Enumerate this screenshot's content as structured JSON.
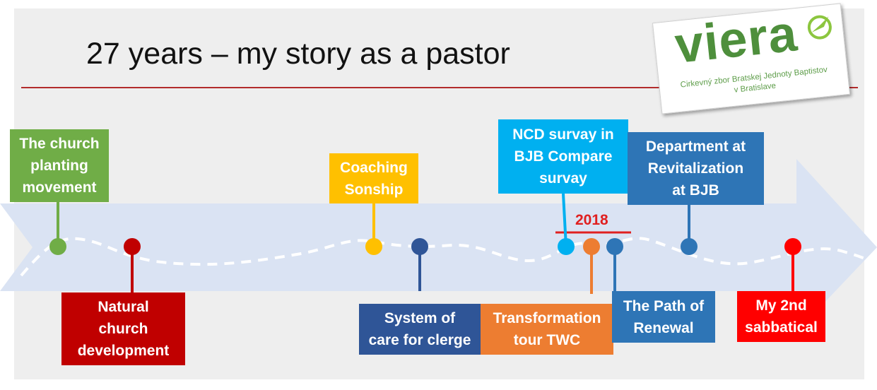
{
  "title": "27 years – my story as a pastor",
  "logo": {
    "word": "viera",
    "subtitle_line1": "Cirkevný zbor Bratskej Jednoty Baptistov",
    "subtitle_line2": "v Bratislave"
  },
  "year_marker": "2018",
  "colors": {
    "green": "#70ad47",
    "dark_red": "#c00000",
    "gold": "#ffc000",
    "navy": "#2f5597",
    "cyan": "#00b0f0",
    "orange": "#ed7d31",
    "blue": "#2e75b6",
    "red": "#ff0000",
    "arrow": "#dae3f3"
  },
  "milestones_above": [
    {
      "label": "The church\nplanting\nmovement",
      "color": "green"
    },
    {
      "label": "Coaching\nSonship",
      "color": "gold"
    },
    {
      "label": "NCD  survay in\nBJB Compare\nsurvay",
      "color": "cyan"
    },
    {
      "label": "Department at\nRevitalization\nat BJB",
      "color": "blue"
    }
  ],
  "milestones_below": [
    {
      "label": "Natural\nchurch\ndevelopment",
      "color": "dark_red"
    },
    {
      "label": "System of\ncare for clerge",
      "color": "navy"
    },
    {
      "label": "Transformation\ntour TWC",
      "color": "orange"
    },
    {
      "label": "The Path of\nRenewal",
      "color": "blue"
    },
    {
      "label": "My 2nd\nsabbatical",
      "color": "red"
    }
  ]
}
